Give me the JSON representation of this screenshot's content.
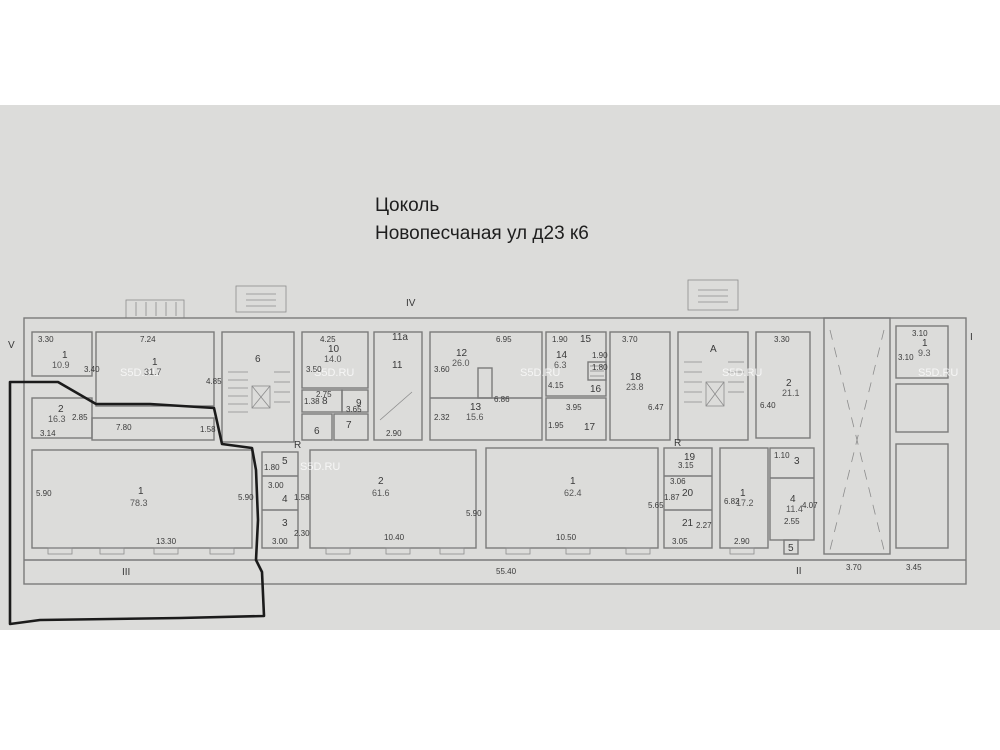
{
  "title": {
    "line1": "Цоколь",
    "line2": "Новопесчаная ул д23 к6"
  },
  "watermark": "S5D.RU",
  "axes": {
    "top": "IV",
    "left": "V",
    "right": "I",
    "bottom_left": "III",
    "bottom_right": "II",
    "marker_r1": "R",
    "marker_r2": "R",
    "marker_a": "A"
  },
  "rooms": [
    {
      "id": "r1a",
      "num": "1",
      "area": "10.9"
    },
    {
      "id": "r1b",
      "num": "1",
      "area": "31.7"
    },
    {
      "id": "r2a",
      "num": "2",
      "area": "16.3"
    },
    {
      "id": "r6",
      "num": "6",
      "area": ""
    },
    {
      "id": "r10",
      "num": "10",
      "area": "14.0"
    },
    {
      "id": "r8",
      "num": "8",
      "area": ""
    },
    {
      "id": "r6b",
      "num": "6",
      "area": ""
    },
    {
      "id": "r7",
      "num": "7",
      "area": ""
    },
    {
      "id": "r9",
      "num": "9",
      "area": ""
    },
    {
      "id": "r11",
      "num": "11",
      "area": ""
    },
    {
      "id": "r11a",
      "num": "11а",
      "area": ""
    },
    {
      "id": "r12",
      "num": "12",
      "area": "26.0"
    },
    {
      "id": "r13",
      "num": "13",
      "area": "15.6"
    },
    {
      "id": "r14",
      "num": "14",
      "area": "6.3"
    },
    {
      "id": "r15",
      "num": "15",
      "area": ""
    },
    {
      "id": "r16",
      "num": "16",
      "area": ""
    },
    {
      "id": "r17",
      "num": "17",
      "area": ""
    },
    {
      "id": "r18",
      "num": "18",
      "area": "23.8"
    },
    {
      "id": "r2b",
      "num": "2",
      "area": "21.1"
    },
    {
      "id": "r1c",
      "num": "1",
      "area": "9.3"
    },
    {
      "id": "r1d",
      "num": "1",
      "area": "78.3"
    },
    {
      "id": "r5",
      "num": "5",
      "area": ""
    },
    {
      "id": "r4",
      "num": "4",
      "area": ""
    },
    {
      "id": "r3",
      "num": "3",
      "area": ""
    },
    {
      "id": "r2c",
      "num": "2",
      "area": "61.6"
    },
    {
      "id": "r1e",
      "num": "1",
      "area": "62.4"
    },
    {
      "id": "r19",
      "num": "19",
      "area": ""
    },
    {
      "id": "r20",
      "num": "20",
      "area": ""
    },
    {
      "id": "r21",
      "num": "21",
      "area": ""
    },
    {
      "id": "r1f",
      "num": "1",
      "area": "17.2"
    },
    {
      "id": "r3b",
      "num": "3",
      "area": ""
    },
    {
      "id": "r4b",
      "num": "4",
      "area": "11.4"
    },
    {
      "id": "r5b",
      "num": "5",
      "area": ""
    }
  ],
  "dimensions": [
    "3.30",
    "7.24",
    "4.25",
    "1.90",
    "6.95",
    "1.90",
    "3.70",
    "3.30",
    "3.10",
    "3.40",
    "4.85",
    "3.50",
    "3.60",
    "1.80",
    "4.15",
    "6.47",
    "6.40",
    "3.10",
    "2.85",
    "7.80",
    "1.58",
    "3.14",
    "2.75",
    "1.38",
    "3.65",
    "2.90",
    "2.32",
    "6.86",
    "3.95",
    "1.95",
    "5.90",
    "5.90",
    "13.30",
    "1.80",
    "3.00",
    "1.58",
    "3.00",
    "2.30",
    "10.40",
    "5.90",
    "10.50",
    "5.65",
    "3.15",
    "3.06",
    "1.87",
    "2.27",
    "3.05",
    "6.82",
    "1.10",
    "2.90",
    "2.55",
    "4.07",
    "55.40",
    "3.70",
    "3.45"
  ]
}
